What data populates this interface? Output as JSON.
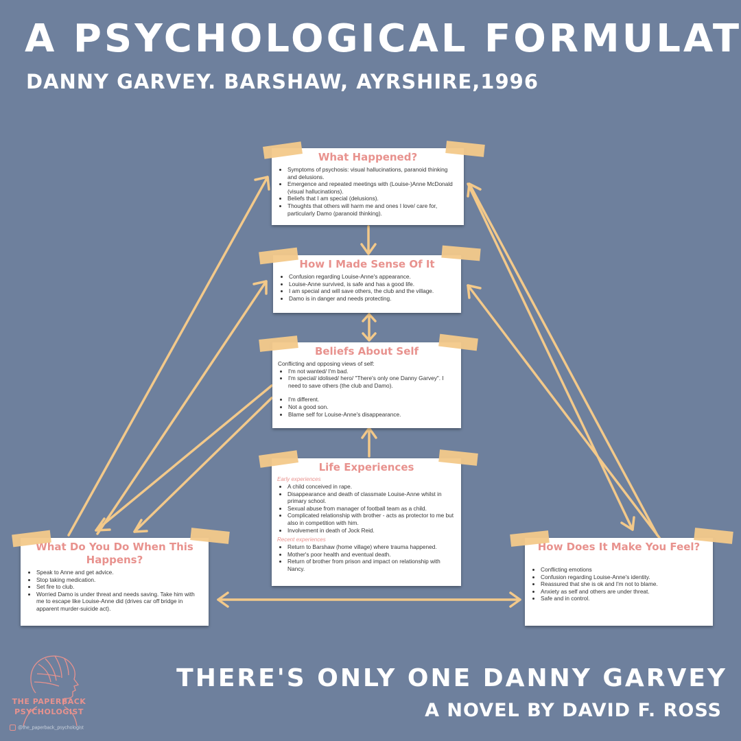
{
  "header": {
    "title": "A PSYCHOLOGICAL FORMULATION",
    "subtitle": "DANNY GARVEY. BARSHAW, AYRSHIRE,1996"
  },
  "footer": {
    "book_title": "THERE'S ONLY ONE DANNY GARVEY",
    "book_author": "A NOVEL BY DAVID F. ROSS"
  },
  "logo": {
    "name_line1": "THE PAPERBACK",
    "name_line2": "PSYCHOLOGIST",
    "handle": "@the_paperback_psychologist"
  },
  "colors": {
    "background": "#6e809d",
    "heading": "#e8928e",
    "arrow": "#f3c98a",
    "tape": "#f3c98a"
  },
  "cards": {
    "what_happened": {
      "title": "What Happened?",
      "items": [
        "Symptoms of psychosis: visual hallucinations, paranoid thinking and delusions.",
        "Emergence and repeated meetings with (Louise-)Anne McDonald (visual hallucinations).",
        "Beliefs that I am special (delusions).",
        "Thoughts that others will harm me and ones I love/ care for, particularly Damo (paranoid thinking)."
      ]
    },
    "sense": {
      "title": "How I Made Sense Of It",
      "items": [
        "Confusion regarding Louise-Anne's appearance.",
        "Louise-Anne survived, is safe and has a good life.",
        "I am special and will save others, the club and the village.",
        "Damo is in danger and needs protecting."
      ]
    },
    "beliefs": {
      "title": "Beliefs About Self",
      "intro": "Conflicting and opposing views of self:",
      "items_a": [
        "I'm not wanted/ I'm bad.",
        "I'm special/ idolised/ hero/ \"There's only one Danny Garvey\". I need to save others (the club and Damo)."
      ],
      "items_b": [
        "I'm different.",
        "Not a good son.",
        "Blame self for Louise-Anne's disappearance."
      ]
    },
    "life": {
      "title": "Life Experiences",
      "early_label": "Early experiences",
      "early": [
        "A child conceived in rape.",
        "Disappearance and death of classmate Louise-Anne whilst in primary school.",
        "Sexual abuse from manager of football team as a child.",
        "Complicated relationship with brother - acts as protector to me but also in competition with him.",
        "Involvement in death of Jock Reid."
      ],
      "recent_label": "Recent experiences",
      "recent": [
        "Return to Barshaw (home village) where trauma happened.",
        "Mother's poor health and eventual death.",
        "Return of brother from prison and impact on relationship with Nancy."
      ]
    },
    "do": {
      "title": "What Do You Do When This Happens?",
      "items": [
        "Speak to Anne and get advice.",
        "Stop taking medication.",
        "Set fire to club.",
        "Worried Damo is under threat and needs saving. Take him with me to escape like Louise-Anne did (drives car off bridge in apparent murder-suicide act)."
      ]
    },
    "feel": {
      "title": "How Does It Make You Feel?",
      "items": [
        "Conflicting emotions",
        "Confusion regarding Louise-Anne's identity.",
        "Reassured that she is ok and I'm not to blame.",
        "Anxiety as self and others are under threat.",
        "Safe and in control."
      ]
    }
  }
}
